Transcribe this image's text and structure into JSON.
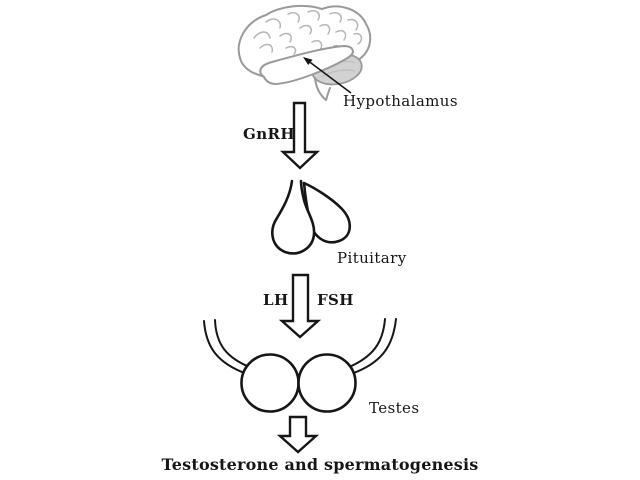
{
  "diagram": {
    "organs": {
      "hypothalamus": "Hypothalamus",
      "pituitary": "Pituitary",
      "testes": "Testes"
    },
    "hormones": {
      "gnrh": "GnRH",
      "lh": "LH",
      "fsh": "FSH"
    },
    "outcome": "Testosterone and spermatogenesis",
    "flow": [
      "Hypothalamus releases GnRH",
      "GnRH acts on Pituitary",
      "Pituitary releases LH and FSH",
      "LH and FSH act on Testes",
      "Testes produce testosterone and spermatogenesis"
    ],
    "colors": {
      "background": "#ffffff",
      "ink": "#161616",
      "brain_outline": "#9a9a9a",
      "brain_sulci": "#b5b5b5",
      "cerebellum_fill": "#d2d2d2"
    }
  }
}
